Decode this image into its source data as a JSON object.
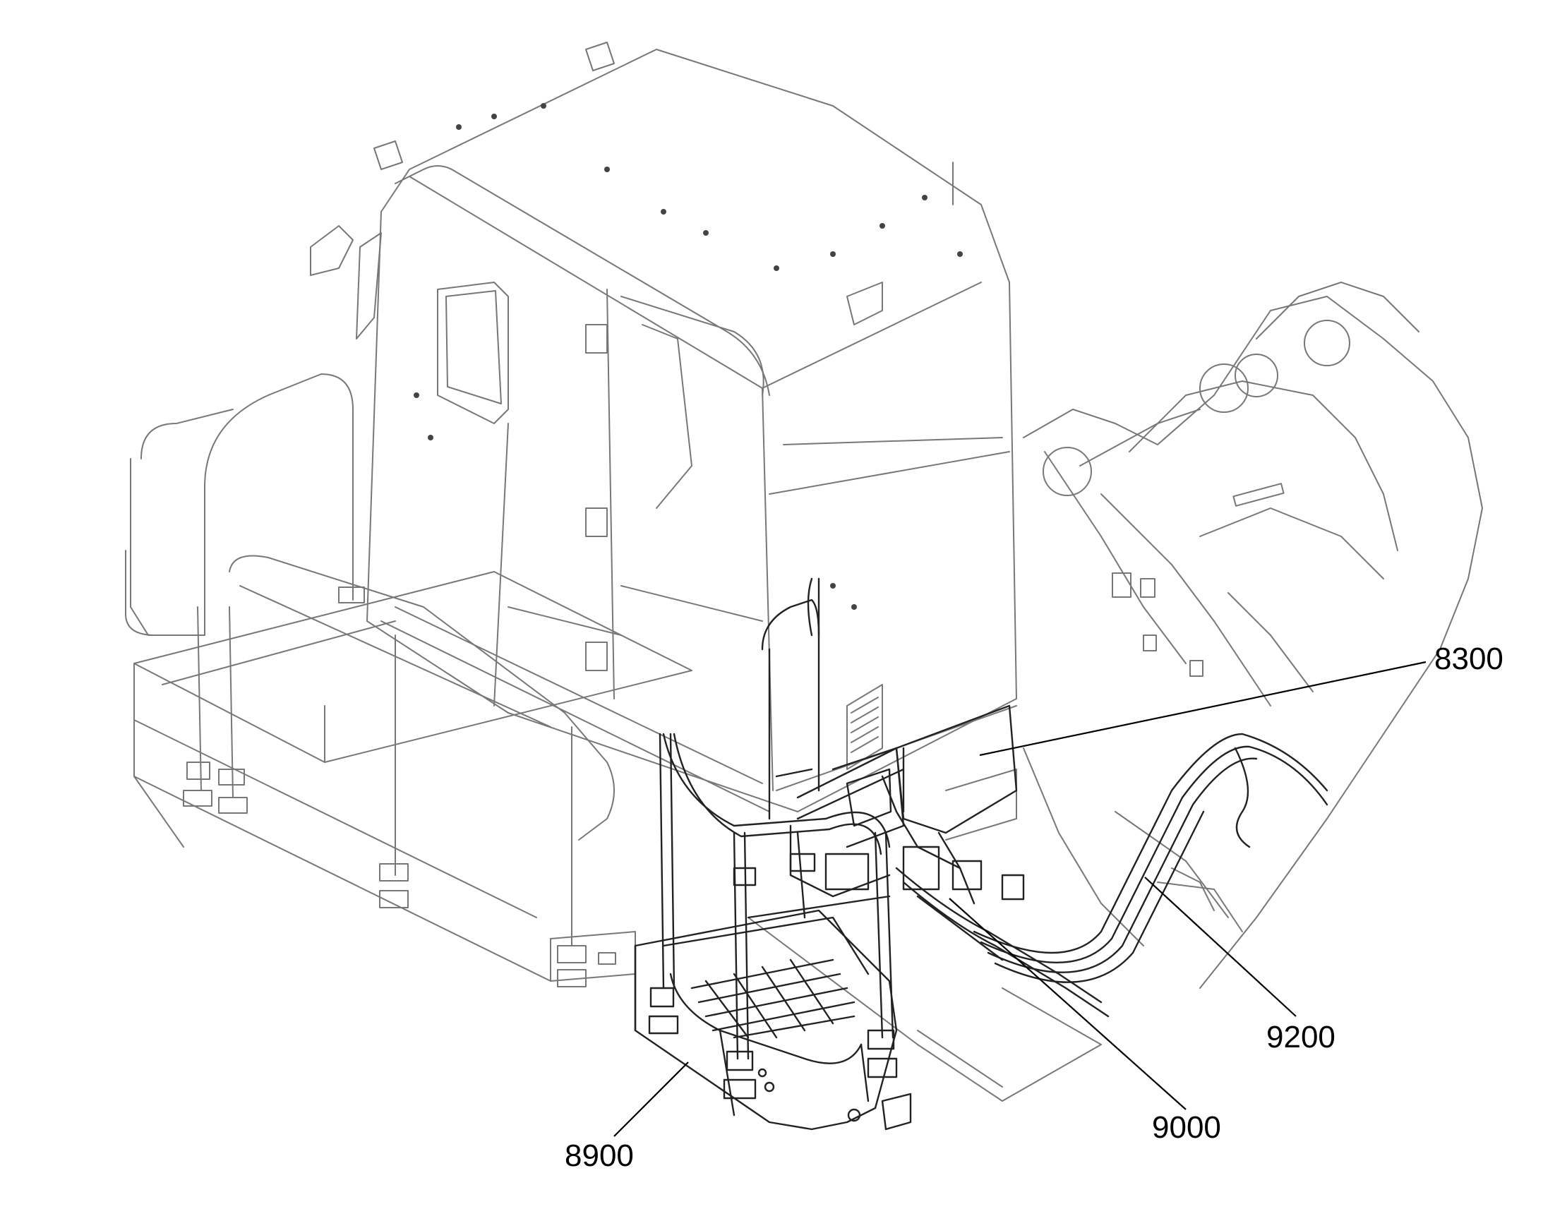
{
  "diagram": {
    "labels": {
      "cab_base_enclosure": "8300",
      "hose_harness": "9200",
      "cable_routing": "9000",
      "entry_step_ladder": "8900"
    },
    "colors": {
      "background": "#ffffff",
      "line_art": "#222222",
      "faded_line_art": "#777777"
    }
  }
}
